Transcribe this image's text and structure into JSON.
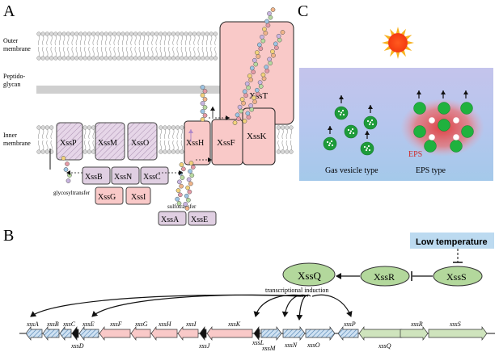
{
  "panels": {
    "a": "A",
    "b": "B",
    "c": "C"
  },
  "membranes": {
    "outer": [
      "Outer",
      "membrane"
    ],
    "pepti": [
      "Peptido-",
      "glycan"
    ],
    "inner": [
      "Inner",
      "membrane"
    ]
  },
  "proteins": {
    "xssT": "XssT",
    "xssP": "XssP",
    "xssM": "XssM",
    "xssO": "XssO",
    "xssH": "XssH",
    "xssF": "XssF",
    "xssK": "XssK",
    "xssB": "XssB",
    "xssN": "XssN",
    "xssC": "XssC",
    "xssG": "XssG",
    "xssI": "XssI",
    "xssA": "XssA",
    "xssE": "XssE"
  },
  "enzymes": {
    "glyco": "glycosyltransfer",
    "sulfo": "sulfotransfer"
  },
  "panel_c": {
    "gas": "Gas vesicle type",
    "eps_type": "EPS type",
    "eps": "EPS"
  },
  "regulation": {
    "low_temp": "Low temperature",
    "xssQ": "XssQ",
    "xssR": "XssR",
    "xssS": "XssS",
    "induction": "transcriptional induction"
  },
  "genes": {
    "xssA": "xssA",
    "xssB": "xssB",
    "xssC": "xssC",
    "xssD": "xssD",
    "xssE": "xssE",
    "xssF": "xssF",
    "xssG": "xssG",
    "xssH": "xssH",
    "xssI": "xssI",
    "xssJ": "xssJ",
    "xssK": "xssK",
    "xssL": "xssL",
    "xssM": "xssM",
    "xssN": "xssN",
    "xssO": "xssO",
    "xssP": "xssP",
    "xssQ": "xssQ",
    "xssR": "xssR",
    "xssS": "xssS"
  },
  "colors": {
    "pink": "#f9c9c8",
    "lilac": "#e0cfe2",
    "blue_hatch": "#9cc4e4",
    "green_gene": "#cfe4bd",
    "green_oval": "#b3d89c",
    "eps_green": "#1e9b3a",
    "eps_red": "#e86060",
    "lowtemp_bg": "#bcdaf0"
  }
}
